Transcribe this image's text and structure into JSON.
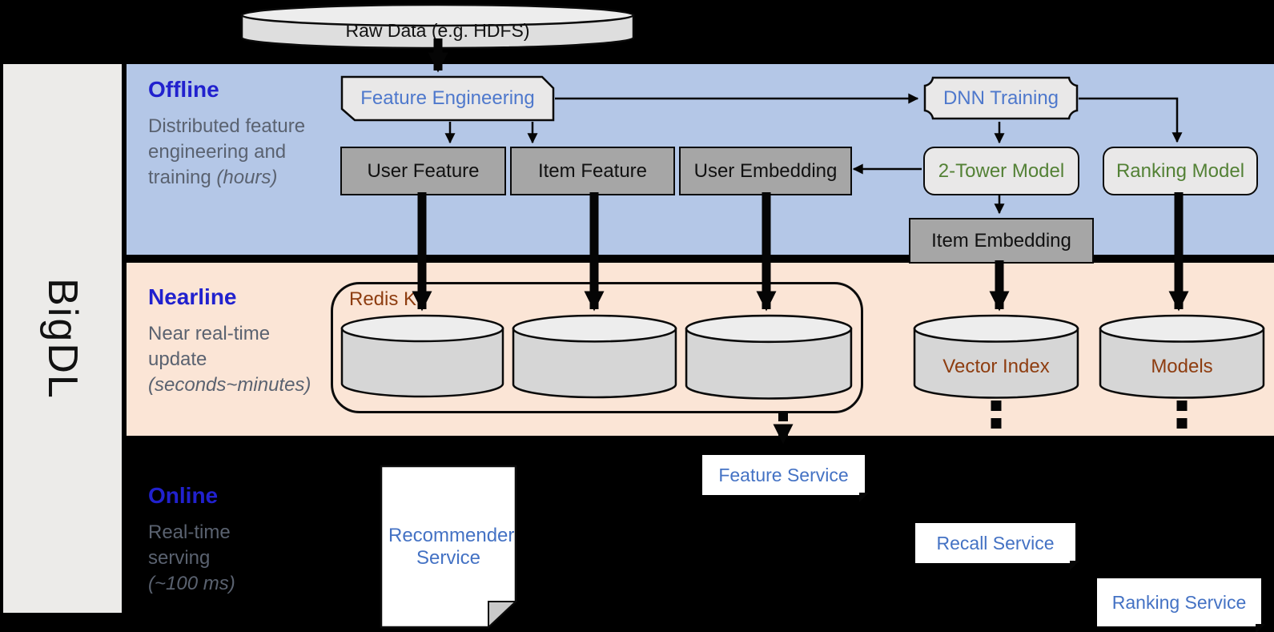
{
  "brand": {
    "name": "BigDL"
  },
  "stages": {
    "offline": {
      "title": "Offline",
      "desc": "Distributed feature engineering and training ",
      "desc_note": "(hours)"
    },
    "nearline": {
      "title": "Nearline",
      "desc": "Near real-time update ",
      "desc_note": "(seconds~minutes)"
    },
    "online": {
      "title": "Online",
      "desc": "Real-time serving ",
      "desc_note": "(~100 ms)"
    }
  },
  "nodes": {
    "raw_data": {
      "label": "Raw Data (e.g. HDFS)"
    },
    "feature_engineering": {
      "label": "Feature Engineering"
    },
    "dnn_training": {
      "label": "DNN Training"
    },
    "user_feature": {
      "label": "User Feature"
    },
    "item_feature": {
      "label": "Item Feature"
    },
    "user_embedding": {
      "label": "User Embedding"
    },
    "two_tower_model": {
      "label": "2-Tower Model"
    },
    "ranking_model": {
      "label": "Ranking Model"
    },
    "item_embedding": {
      "label": "Item Embedding"
    },
    "redis_kv": {
      "label": "Redis KV"
    },
    "vector_index": {
      "label": "Vector Index"
    },
    "models": {
      "label": "Models"
    },
    "recommender_service": {
      "label": "Recommender Service"
    },
    "feature_service": {
      "label": "Feature Service"
    },
    "recall_service": {
      "label": "Recall Service"
    },
    "ranking_service": {
      "label": "Ranking Service"
    }
  },
  "colors": {
    "background": "#000000",
    "sidebar": "#ECEBE9",
    "offline_band": "#B4C7E7",
    "nearline_band": "#FBE5D6",
    "stage_title": "#2121CE",
    "description_text": "#5A6270",
    "process_text": "#4E78CC",
    "model_text": "#538135",
    "storage_text": "#8E3D10",
    "service_text": "#4472C4",
    "gray_box": "#A6A6A6",
    "light_box": "#E9E8E8",
    "cylinder_body": "#D6D6D6",
    "cylinder_top": "#EDEDED"
  }
}
